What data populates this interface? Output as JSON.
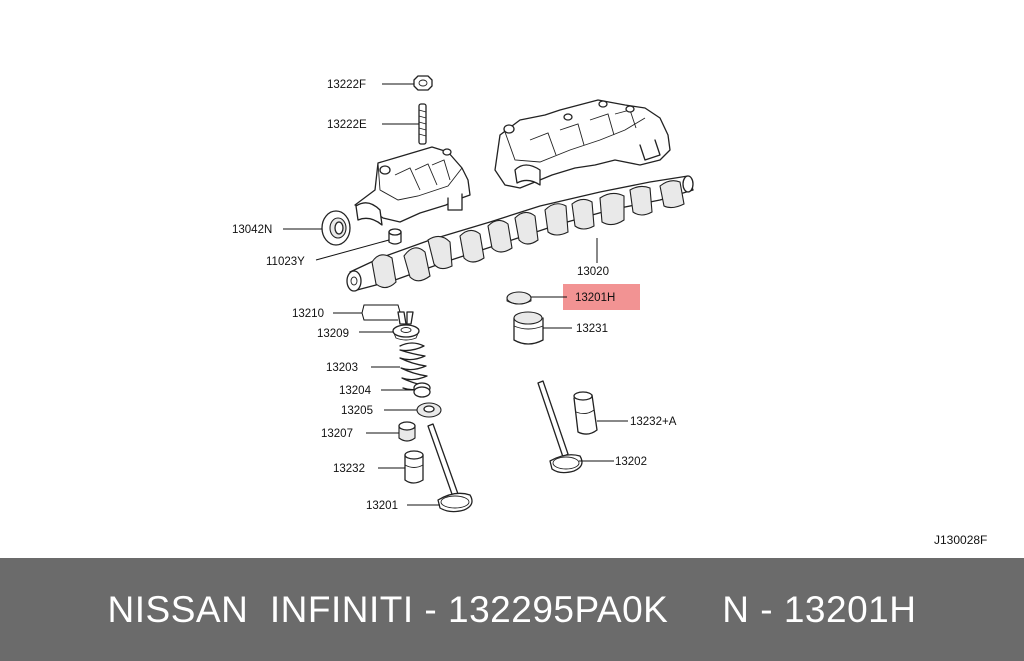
{
  "diagram": {
    "reference_code": "J130028F",
    "highlight_color": "#f08080",
    "parts": {
      "p13222F": "13222F",
      "p13222E": "13222E",
      "p13042N": "13042N",
      "p11023Y": "11023Y",
      "p13020": "13020",
      "p13201H": "13201H",
      "p13231": "13231",
      "p13210": "13210",
      "p13209": "13209",
      "p13203": "13203",
      "p13204": "13204",
      "p13205": "13205",
      "p13207": "13207",
      "p13232": "13232",
      "p13201": "13201",
      "p13232A": "13232+A",
      "p13202": "13202"
    },
    "highlighted_part": "13201H"
  },
  "footer": {
    "text": "NISSAN  INFINITI - 132295PA0K     N - 13201H",
    "background": "#6b6b6b",
    "text_color": "#ffffff"
  }
}
